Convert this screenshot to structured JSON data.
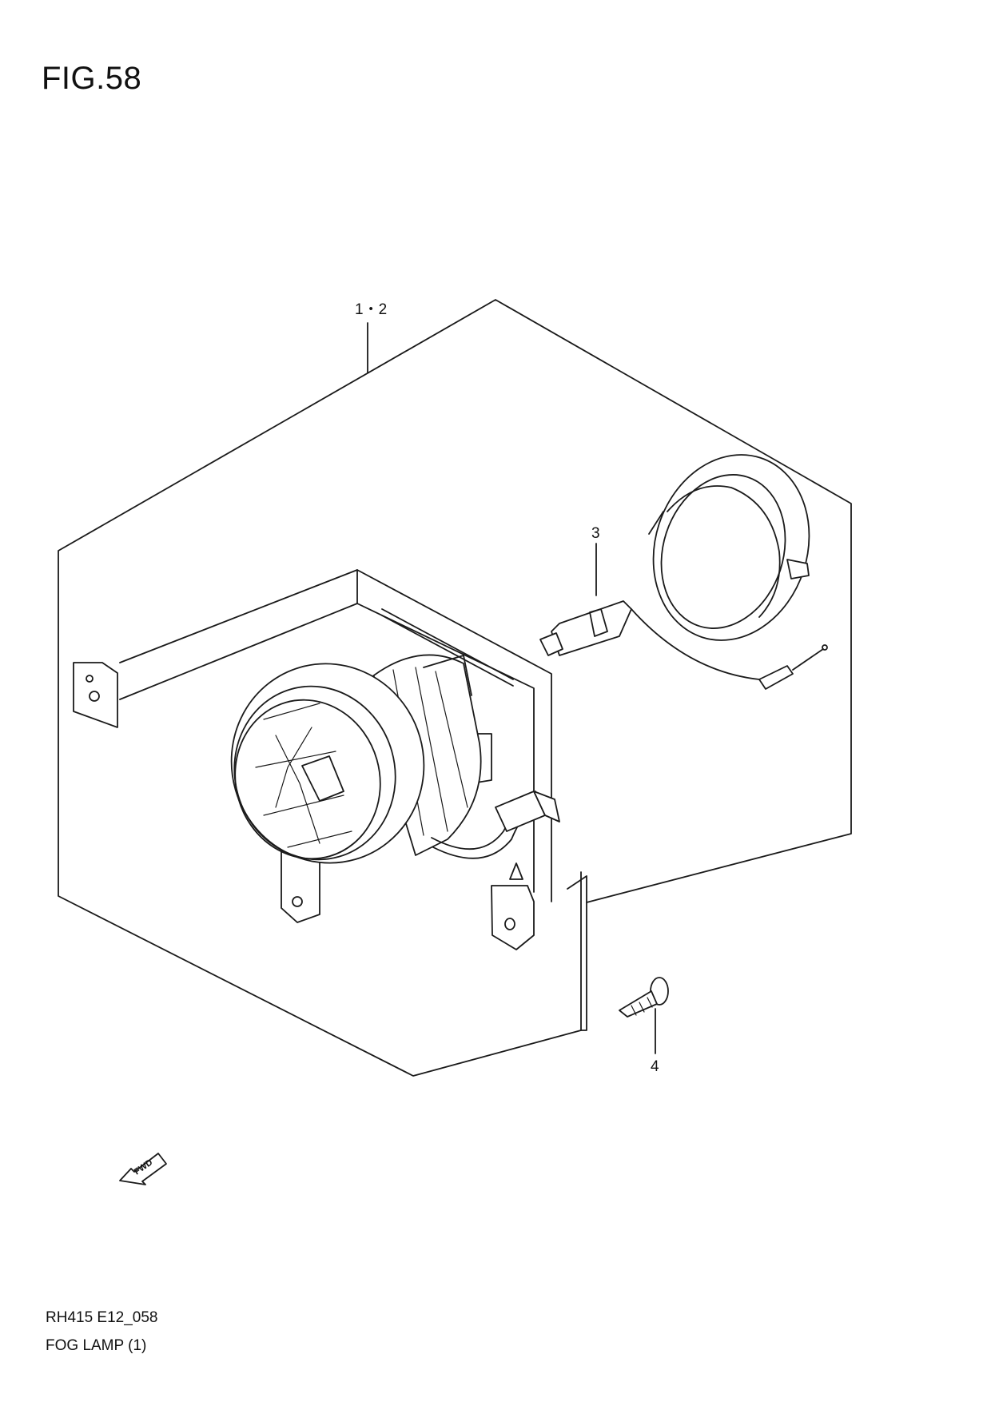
{
  "figure": {
    "title": "FIG.58"
  },
  "callouts": {
    "part_1_2": "1・2",
    "part_3": "3",
    "part_4": "4"
  },
  "direction": {
    "label": "FWD"
  },
  "footer": {
    "code": "RH415 E12_058",
    "name": "FOG LAMP (1)"
  },
  "colors": {
    "line": "#1a1a1a",
    "background": "#ffffff"
  }
}
